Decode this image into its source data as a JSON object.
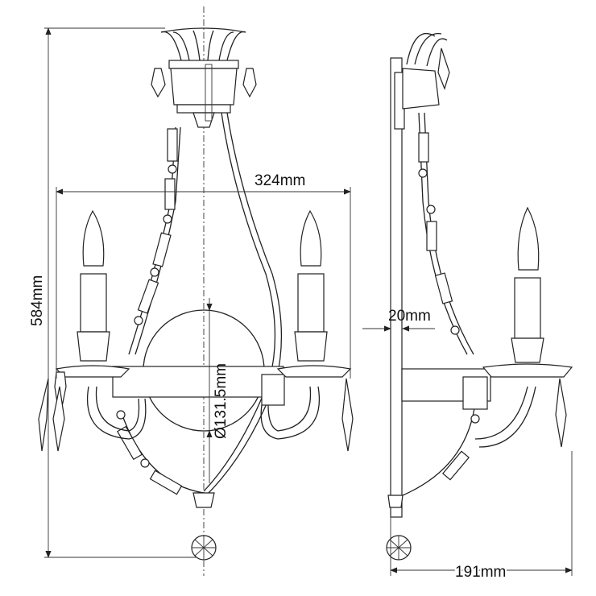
{
  "drawing": {
    "front_view": {
      "width_label": "324mm",
      "height_label": "584mm",
      "backplate_diameter_label": "Ø131.5mm"
    },
    "side_view": {
      "backplate_depth_label": "20mm",
      "projection_label": "191mm"
    },
    "line_color": "#222222",
    "background_color": "#ffffff"
  }
}
